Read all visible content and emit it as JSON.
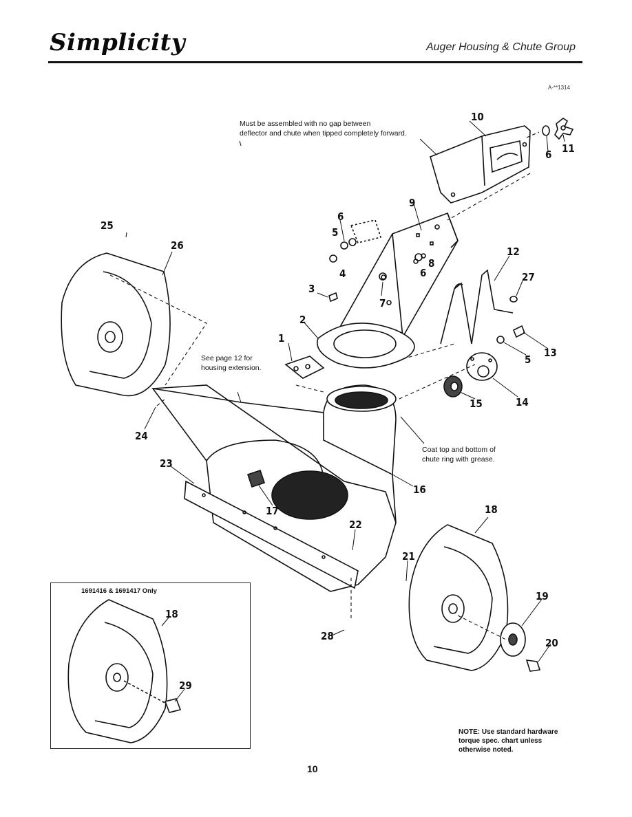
{
  "header": {
    "brand": "Simplicity",
    "title": "Auger Housing & Chute Group",
    "ref": "A-**1314"
  },
  "notes": {
    "deflector_line1": "Must be assembled with no gap between",
    "deflector_line2": "deflector and chute when tipped completely forward.",
    "housing_line1": "See page 12 for",
    "housing_line2": "housing extension.",
    "grease_line1": "Coat top and bottom of",
    "grease_line2": "chute ring with grease.",
    "torque_line1": "NOTE: Use standard hardware",
    "torque_line2": "torque spec. chart unless",
    "torque_line3": "otherwise noted."
  },
  "inset": {
    "title": "1691416 & 1691417 Only"
  },
  "callouts": {
    "c1": "1",
    "c2": "2",
    "c3": "3",
    "c4": "4",
    "c5a": "5",
    "c5b": "5",
    "c6a": "6",
    "c6b": "6",
    "c6c": "6",
    "c7": "7",
    "c8": "8",
    "c9": "9",
    "c10": "10",
    "c11": "11",
    "c12": "12",
    "c13": "13",
    "c14": "14",
    "c15": "15",
    "c16": "16",
    "c17": "17",
    "c18a": "18",
    "c18b": "18",
    "c19": "19",
    "c20": "20",
    "c21": "21",
    "c22": "22",
    "c23": "23",
    "c24": "24",
    "c25": "25",
    "c26": "26",
    "c27": "27",
    "c28": "28",
    "c29": "29"
  },
  "page_number": "10"
}
